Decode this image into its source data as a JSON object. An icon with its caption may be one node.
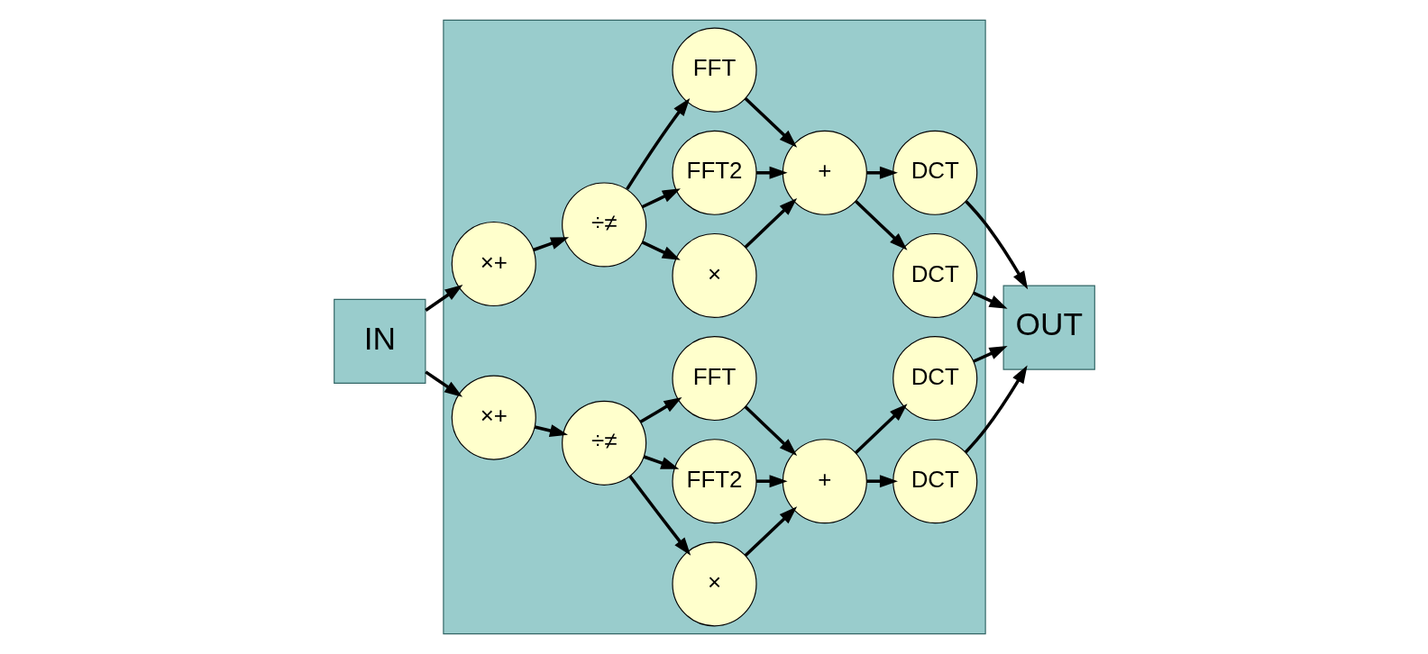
{
  "diagram": {
    "nodes": [
      {
        "text": [
          "IN"
        ]
      },
      {
        "text": [],
        "shape": "box"
      },
      {
        "text": [
          "×"
        ],
        "in": 1
      },
      {
        "text": [
          "FFT2"
        ],
        "in": 1
      },
      {
        "text": [
          "DCT"
        ],
        "in": 1
      },
      {
        "text": [
          "×+"
        ],
        "in": 1
      },
      {
        "text": [
          "÷≠"
        ],
        "in": 1
      },
      {
        "text": [
          "FFT"
        ],
        "in": 1
      },
      {
        "text": [
          "+"
        ],
        "in": 1
      },
      {
        "text": [
          "DCT"
        ],
        "in": 1
      },
      {
        "text": [
          "×"
        ],
        "in": 1
      },
      {
        "text": [
          "FFT2"
        ],
        "in": 1
      },
      {
        "text": [
          "DCT"
        ],
        "in": 1
      },
      {
        "text": [
          "×+"
        ],
        "in": 1
      },
      {
        "text": [
          "÷≠"
        ],
        "in": 1
      },
      {
        "text": [
          "FFT"
        ],
        "in": 1
      },
      {
        "text": [
          "+"
        ],
        "in": 1
      },
      {
        "text": [
          "DCT"
        ],
        "in": 1
      },
      {
        "text": [
          "OUT"
        ]
      }
    ],
    "edges": [
      {
        "from": 0,
        "to": 5,
        "arrow": "to"
      },
      {
        "from": 0,
        "to": 13,
        "arrow": "to"
      },
      {
        "from": 5,
        "to": 6,
        "arrow": "to"
      },
      {
        "from": 6,
        "to": 2,
        "arrow": "to"
      },
      {
        "from": 6,
        "to": 3,
        "arrow": "to"
      },
      {
        "from": 6,
        "to": 7,
        "arrow": "to"
      },
      {
        "from": 2,
        "to": 8,
        "arrow": "to"
      },
      {
        "from": 3,
        "to": 8,
        "arrow": "to"
      },
      {
        "from": 7,
        "to": 8,
        "arrow": "to"
      },
      {
        "from": 8,
        "to": 4,
        "arrow": "to"
      },
      {
        "from": 8,
        "to": 9,
        "arrow": "to"
      },
      {
        "from": 4,
        "to": 18,
        "arrow": "to"
      },
      {
        "from": 9,
        "to": 18,
        "arrow": "to"
      },
      {
        "from": 13,
        "to": 14,
        "arrow": "to"
      },
      {
        "from": 14,
        "to": 10,
        "arrow": "to"
      },
      {
        "from": 14,
        "to": 11,
        "arrow": "to"
      },
      {
        "from": 14,
        "to": 15,
        "arrow": "to"
      },
      {
        "from": 10,
        "to": 16,
        "arrow": "to"
      },
      {
        "from": 11,
        "to": 16,
        "arrow": "to"
      },
      {
        "from": 15,
        "to": 16,
        "arrow": "to"
      },
      {
        "from": 16,
        "to": 12,
        "arrow": "to"
      },
      {
        "from": 16,
        "to": 17,
        "arrow": "to"
      },
      {
        "from": 12,
        "to": 18,
        "arrow": "to"
      },
      {
        "from": 17,
        "to": 18,
        "arrow": "to"
      }
    ]
  }
}
